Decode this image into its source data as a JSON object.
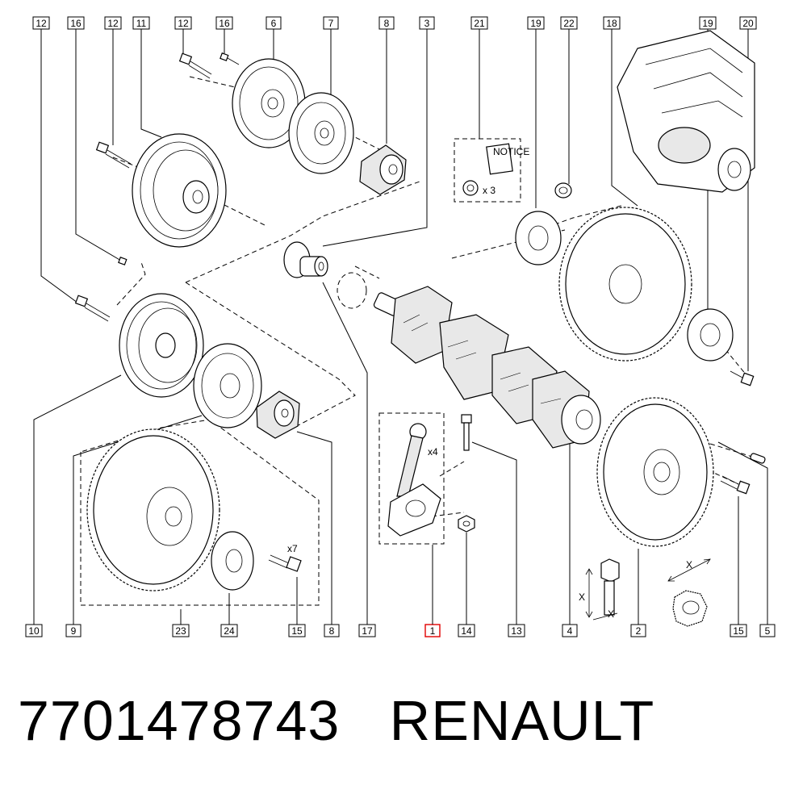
{
  "part_number": "7701478743",
  "brand": "RENAULT",
  "callouts": {
    "top": [
      "12",
      "16",
      "12",
      "11",
      "12",
      "16",
      "6",
      "7",
      "8",
      "3",
      "21",
      "19",
      "22",
      "18",
      "19",
      "20"
    ],
    "bottom": [
      "10",
      "9",
      "23",
      "24",
      "15",
      "8",
      "17",
      "1",
      "14",
      "13",
      "4",
      "2",
      "15",
      "5"
    ]
  },
  "highlighted_callout": "1",
  "quantity_labels": {
    "kit": "x 3",
    "conrod": "x4",
    "bolts": "x7"
  },
  "dimension_labels": {
    "x_vertical": "X",
    "x_horizontal": "X",
    "x_nut": "X"
  },
  "colors": {
    "line": "#000000",
    "highlight": "#e00000",
    "background": "#ffffff"
  },
  "icons": {
    "booklet": "notice-booklet-icon"
  },
  "booklet_text": "NOTICE"
}
